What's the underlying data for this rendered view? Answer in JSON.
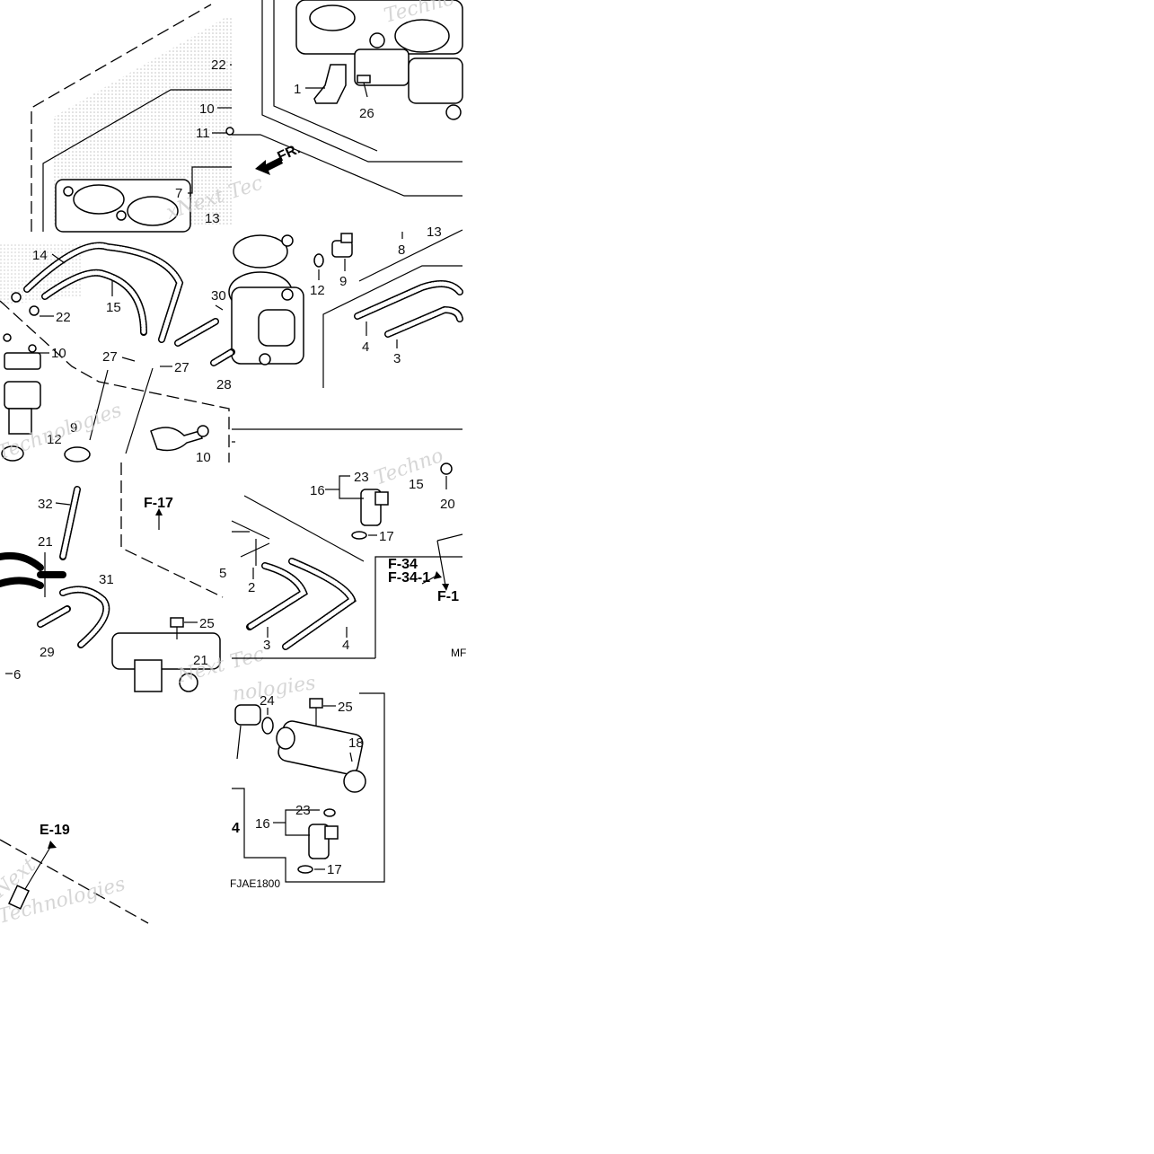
{
  "diagram_code": "FJAE1800",
  "page_code_partial": "MF",
  "watermark_fragments": [
    "Next",
    "Technologies",
    "xNext Tec",
    "nologies",
    "Techno",
    "Next Tec"
  ],
  "front_arrow_label": "FR.",
  "references": [
    "F-17",
    "F-34",
    "F-34-1",
    "F-1",
    "E-19"
  ],
  "callouts": {
    "p1": "1",
    "p2": "2",
    "p3": "3",
    "p4": "4",
    "p5": "5",
    "p6": "6",
    "p7": "7",
    "p8": "8",
    "p9": "9",
    "p10": "10",
    "p11": "11",
    "p12": "12",
    "p13": "13",
    "p14": "14",
    "p15": "15",
    "p16": "16",
    "p17": "17",
    "p18": "18",
    "p20": "20",
    "p21": "21",
    "p22": "22",
    "p23": "23",
    "p24": "24",
    "p25": "25",
    "p26": "26",
    "p27": "27",
    "p28": "28",
    "p29": "29",
    "p30": "30",
    "p31": "31",
    "p32": "32"
  },
  "colors": {
    "ink": "#000000",
    "paper": "#ffffff",
    "watermark": "#c9c9c9",
    "stipple": "#9a9a9a"
  }
}
